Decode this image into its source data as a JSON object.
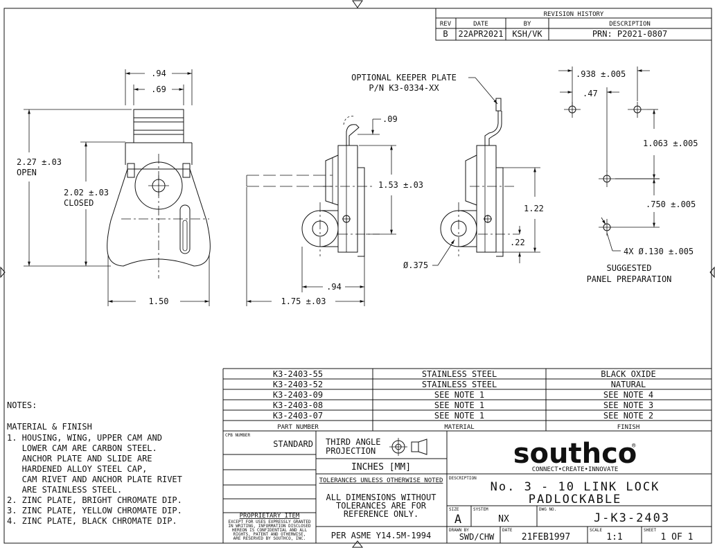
{
  "revision_history": {
    "title": "REVISION HISTORY",
    "headers": [
      "REV",
      "DATE",
      "BY",
      "DESCRIPTION"
    ],
    "row": {
      "rev": "B",
      "date": "22APR2021",
      "by": "KSH/VK",
      "description": "PRN: P2021-0807"
    }
  },
  "dimensions": {
    "front": {
      "width_top": ".94",
      "width_inner": ".69",
      "height_open": "2.27 ±.03",
      "open": "OPEN",
      "height_closed": "2.02 ±.03",
      "closed": "CLOSED",
      "width_bottom": "1.50"
    },
    "side": {
      "keeper_line1": "OPTIONAL KEEPER PLATE",
      "keeper_line2": "P/N K3-0334-XX",
      "gap": ".09",
      "height": "1.53 ±.03",
      "width_small": ".94",
      "width_total": "1.75 ±.03"
    },
    "section": {
      "height": "1.22",
      "offset": ".22",
      "diameter": "Ø.375"
    },
    "panel": {
      "width": ".938 ±.005",
      "half": ".47",
      "vertical": "1.063 ±.005",
      "lower": ".750 ±.005",
      "holes": "4X Ø.130 ±.005",
      "caption1": "SUGGESTED",
      "caption2": "PANEL PREPARATION"
    }
  },
  "parts_table": {
    "rows": [
      {
        "part": "K3-2403-55",
        "material": "STAINLESS STEEL",
        "finish": "BLACK OXIDE"
      },
      {
        "part": "K3-2403-52",
        "material": "STAINLESS STEEL",
        "finish": "NATURAL"
      },
      {
        "part": "K3-2403-09",
        "material": "SEE NOTE 1",
        "finish": "SEE NOTE 4"
      },
      {
        "part": "K3-2403-08",
        "material": "SEE NOTE 1",
        "finish": "SEE NOTE 3"
      },
      {
        "part": "K3-2403-07",
        "material": "SEE NOTE 1",
        "finish": "SEE NOTE 2"
      }
    ],
    "headers": {
      "part": "PART NUMBER",
      "material": "MATERIAL",
      "finish": "FINISH"
    }
  },
  "notes": {
    "title": "NOTES:",
    "heading": "MATERIAL & FINISH",
    "lines": [
      "1. HOUSING, WING, UPPER CAM AND",
      "   LOWER CAM ARE CARBON STEEL.",
      "   ANCHOR PLATE AND SLIDE ARE",
      "   HARDENED ALLOY STEEL CAP,",
      "   CAM RIVET AND ANCHOR PLATE RIVET",
      "   ARE STAINLESS STEEL.",
      "2. ZINC PLATE, BRIGHT CHROMATE DIP.",
      "3. ZINC PLATE, YELLOW CHROMATE DIP.",
      "4. ZINC PLATE, BLACK CHROMATE DIP."
    ]
  },
  "title_block": {
    "cpb_label": "CPB NUMBER",
    "cpb_value": "STANDARD",
    "proprietary": "PROPRIETARY ITEM",
    "proprietary_fine": [
      "EXCEPT FOR USES EXPRESSLY GRANTED",
      "IN WRITING, INFORMATION DISCLOSED",
      "HEREON IS CONFIDENTIAL AND ALL",
      "RIGHTS, PATENT AND OTHERWISE,",
      "ARE RESERVED BY SOUTHCO, INC."
    ],
    "projection_line1": "THIRD ANGLE",
    "projection_line2": "PROJECTION",
    "units": "INCHES [MM]",
    "tolerances": "TOLERANCES UNLESS OTHERWISE NOTED",
    "ref_line1": "ALL DIMENSIONS WITHOUT",
    "ref_line2": "TOLERANCES ARE FOR",
    "ref_line3": "REFERENCE ONLY.",
    "standard": "PER ASME Y14.5M-1994",
    "brand": "southco",
    "tagline": "CONNECT•CREATE•INNOVATE",
    "description_label": "DESCRIPTION",
    "description_line1": "No. 3 - 10 LINK LOCK",
    "description_line2": "PADLOCKABLE",
    "size_label": "SIZE",
    "size": "A",
    "system_label": "SYSTEM",
    "system": "NX",
    "dwg_label": "DWG NO.",
    "dwg": "J-K3-2403",
    "drawn_label": "DRAWN BY",
    "drawn": "SWD/CHW",
    "date_label": "DATE",
    "date": "21FEB1997",
    "scale_label": "SCALE",
    "scale": "1:1",
    "sheet_label": "SHEET",
    "sheet": "1 OF 1"
  }
}
